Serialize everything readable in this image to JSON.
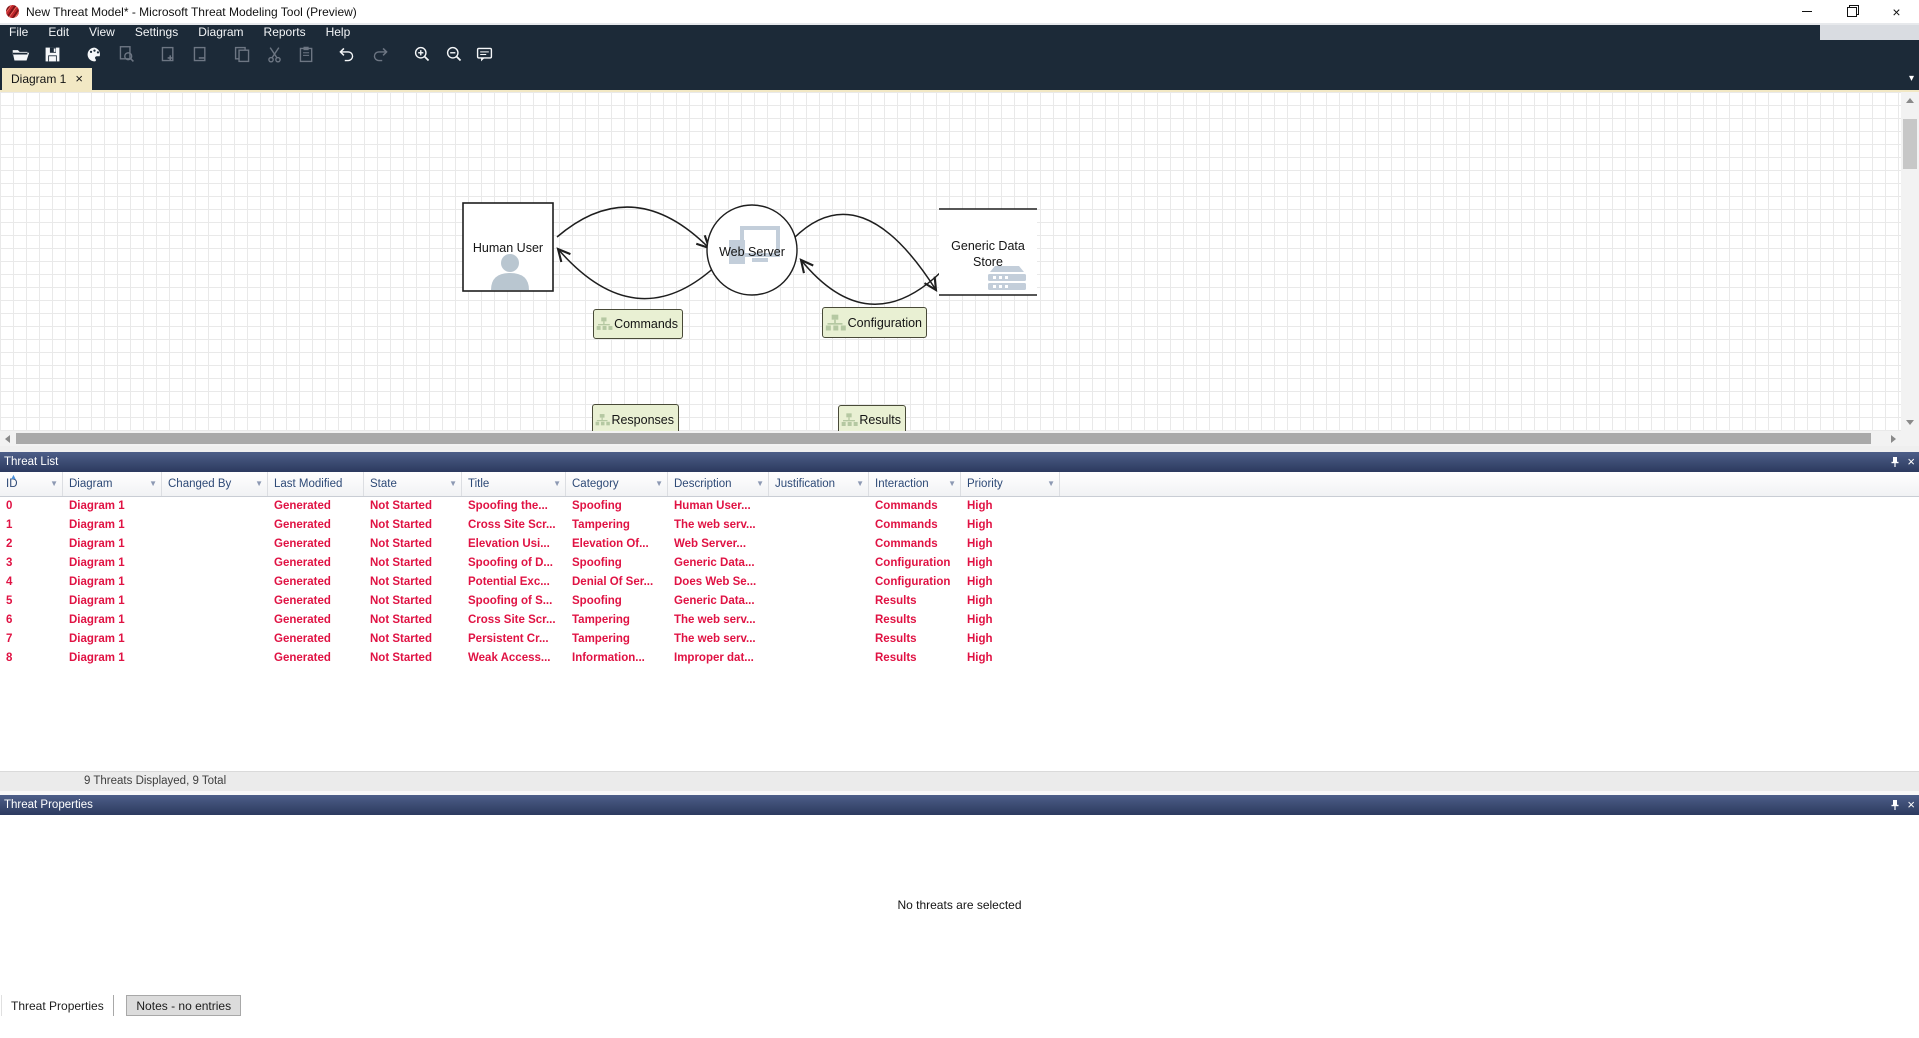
{
  "window": {
    "title": "New Threat Model* - Microsoft Threat Modeling Tool  (Preview)",
    "controls": [
      "minimize",
      "restore",
      "close"
    ]
  },
  "menu": {
    "items": [
      "File",
      "Edit",
      "View",
      "Settings",
      "Diagram",
      "Reports",
      "Help"
    ]
  },
  "toolbar": {
    "icons": [
      {
        "name": "open-icon",
        "enabled": true
      },
      {
        "name": "save-icon",
        "enabled": true
      },
      {
        "name": "palette-icon",
        "enabled": true
      },
      {
        "name": "report-search-icon",
        "enabled": false
      },
      {
        "name": "add-diagram-icon",
        "enabled": false
      },
      {
        "name": "remove-diagram-icon",
        "enabled": false
      },
      {
        "name": "copy-icon",
        "enabled": false
      },
      {
        "name": "cut-icon",
        "enabled": false
      },
      {
        "name": "paste-icon",
        "enabled": false
      },
      {
        "name": "undo-icon",
        "enabled": true
      },
      {
        "name": "redo-icon",
        "enabled": false
      },
      {
        "name": "zoom-in-icon",
        "enabled": true
      },
      {
        "name": "zoom-out-icon",
        "enabled": true
      },
      {
        "name": "feedback-icon",
        "enabled": true
      }
    ]
  },
  "diagram_tabs": {
    "active_label": "Diagram 1",
    "close_glyph": "×",
    "overflow_arrow": "▾"
  },
  "diagram": {
    "nodes": [
      {
        "id": "human-user",
        "shape": "rect",
        "label": "Human User"
      },
      {
        "id": "web-server",
        "shape": "circle",
        "label": "Web Server"
      },
      {
        "id": "generic-data-store",
        "shape": "datastore",
        "label_line1": "Generic Data",
        "label_line2": "Store"
      }
    ],
    "flows": [
      {
        "label": "Commands"
      },
      {
        "label": "Configuration"
      },
      {
        "label": "Responses"
      },
      {
        "label": "Results"
      }
    ]
  },
  "threat_list": {
    "title": "Threat List",
    "columns": [
      {
        "label": "ID",
        "filter": true,
        "sorted": "asc"
      },
      {
        "label": "Diagram",
        "filter": true
      },
      {
        "label": "Changed By",
        "filter": true
      },
      {
        "label": "Last Modified",
        "filter": false
      },
      {
        "label": "State",
        "filter": true
      },
      {
        "label": "Title",
        "filter": true
      },
      {
        "label": "Category",
        "filter": true
      },
      {
        "label": "Description",
        "filter": true
      },
      {
        "label": "Justification",
        "filter": true
      },
      {
        "label": "Interaction",
        "filter": true
      },
      {
        "label": "Priority",
        "filter": true
      }
    ],
    "rows": [
      [
        "0",
        "Diagram 1",
        "",
        "Generated",
        "Not Started",
        "Spoofing the...",
        "Spoofing",
        "Human User...",
        "",
        "Commands",
        "High"
      ],
      [
        "1",
        "Diagram 1",
        "",
        "Generated",
        "Not Started",
        "Cross Site Scr...",
        "Tampering",
        "The web serv...",
        "",
        "Commands",
        "High"
      ],
      [
        "2",
        "Diagram 1",
        "",
        "Generated",
        "Not Started",
        "Elevation Usi...",
        "Elevation Of...",
        "Web Server...",
        "",
        "Commands",
        "High"
      ],
      [
        "3",
        "Diagram 1",
        "",
        "Generated",
        "Not Started",
        "Spoofing of D...",
        "Spoofing",
        "Generic Data...",
        "",
        "Configuration",
        "High"
      ],
      [
        "4",
        "Diagram 1",
        "",
        "Generated",
        "Not Started",
        "Potential Exc...",
        "Denial Of Ser...",
        "Does Web Se...",
        "",
        "Configuration",
        "High"
      ],
      [
        "5",
        "Diagram 1",
        "",
        "Generated",
        "Not Started",
        "Spoofing of S...",
        "Spoofing",
        "Generic Data...",
        "",
        "Results",
        "High"
      ],
      [
        "6",
        "Diagram 1",
        "",
        "Generated",
        "Not Started",
        "Cross Site Scr...",
        "Tampering",
        "The web serv...",
        "",
        "Results",
        "High"
      ],
      [
        "7",
        "Diagram 1",
        "",
        "Generated",
        "Not Started",
        "Persistent Cr...",
        "Tampering",
        "The web serv...",
        "",
        "Results",
        "High"
      ],
      [
        "8",
        "Diagram 1",
        "",
        "Generated",
        "Not Started",
        "Weak Access...",
        "Information...",
        "Improper dat...",
        "",
        "Results",
        "High"
      ]
    ],
    "status": "9 Threats Displayed, 9 Total",
    "sort_glyph": "▲",
    "filter_glyph": "▼",
    "close_glyph": "×"
  },
  "threat_properties": {
    "title": "Threat Properties",
    "empty_message": "No threats are selected",
    "tabs": [
      {
        "label": "Threat Properties",
        "active": true
      },
      {
        "label": "Notes - no entries",
        "active": false
      }
    ],
    "close_glyph": "×"
  },
  "colors": {
    "chrome_dark": "#1c2a38",
    "tab_cream": "#f2e8c4",
    "panel_title_top": "#4d5e88",
    "panel_title_bottom": "#2c3a5f",
    "threat_row_red": "#e01243",
    "header_text_blue": "#2e4a77",
    "flow_label_green": "#e9f0d3"
  }
}
